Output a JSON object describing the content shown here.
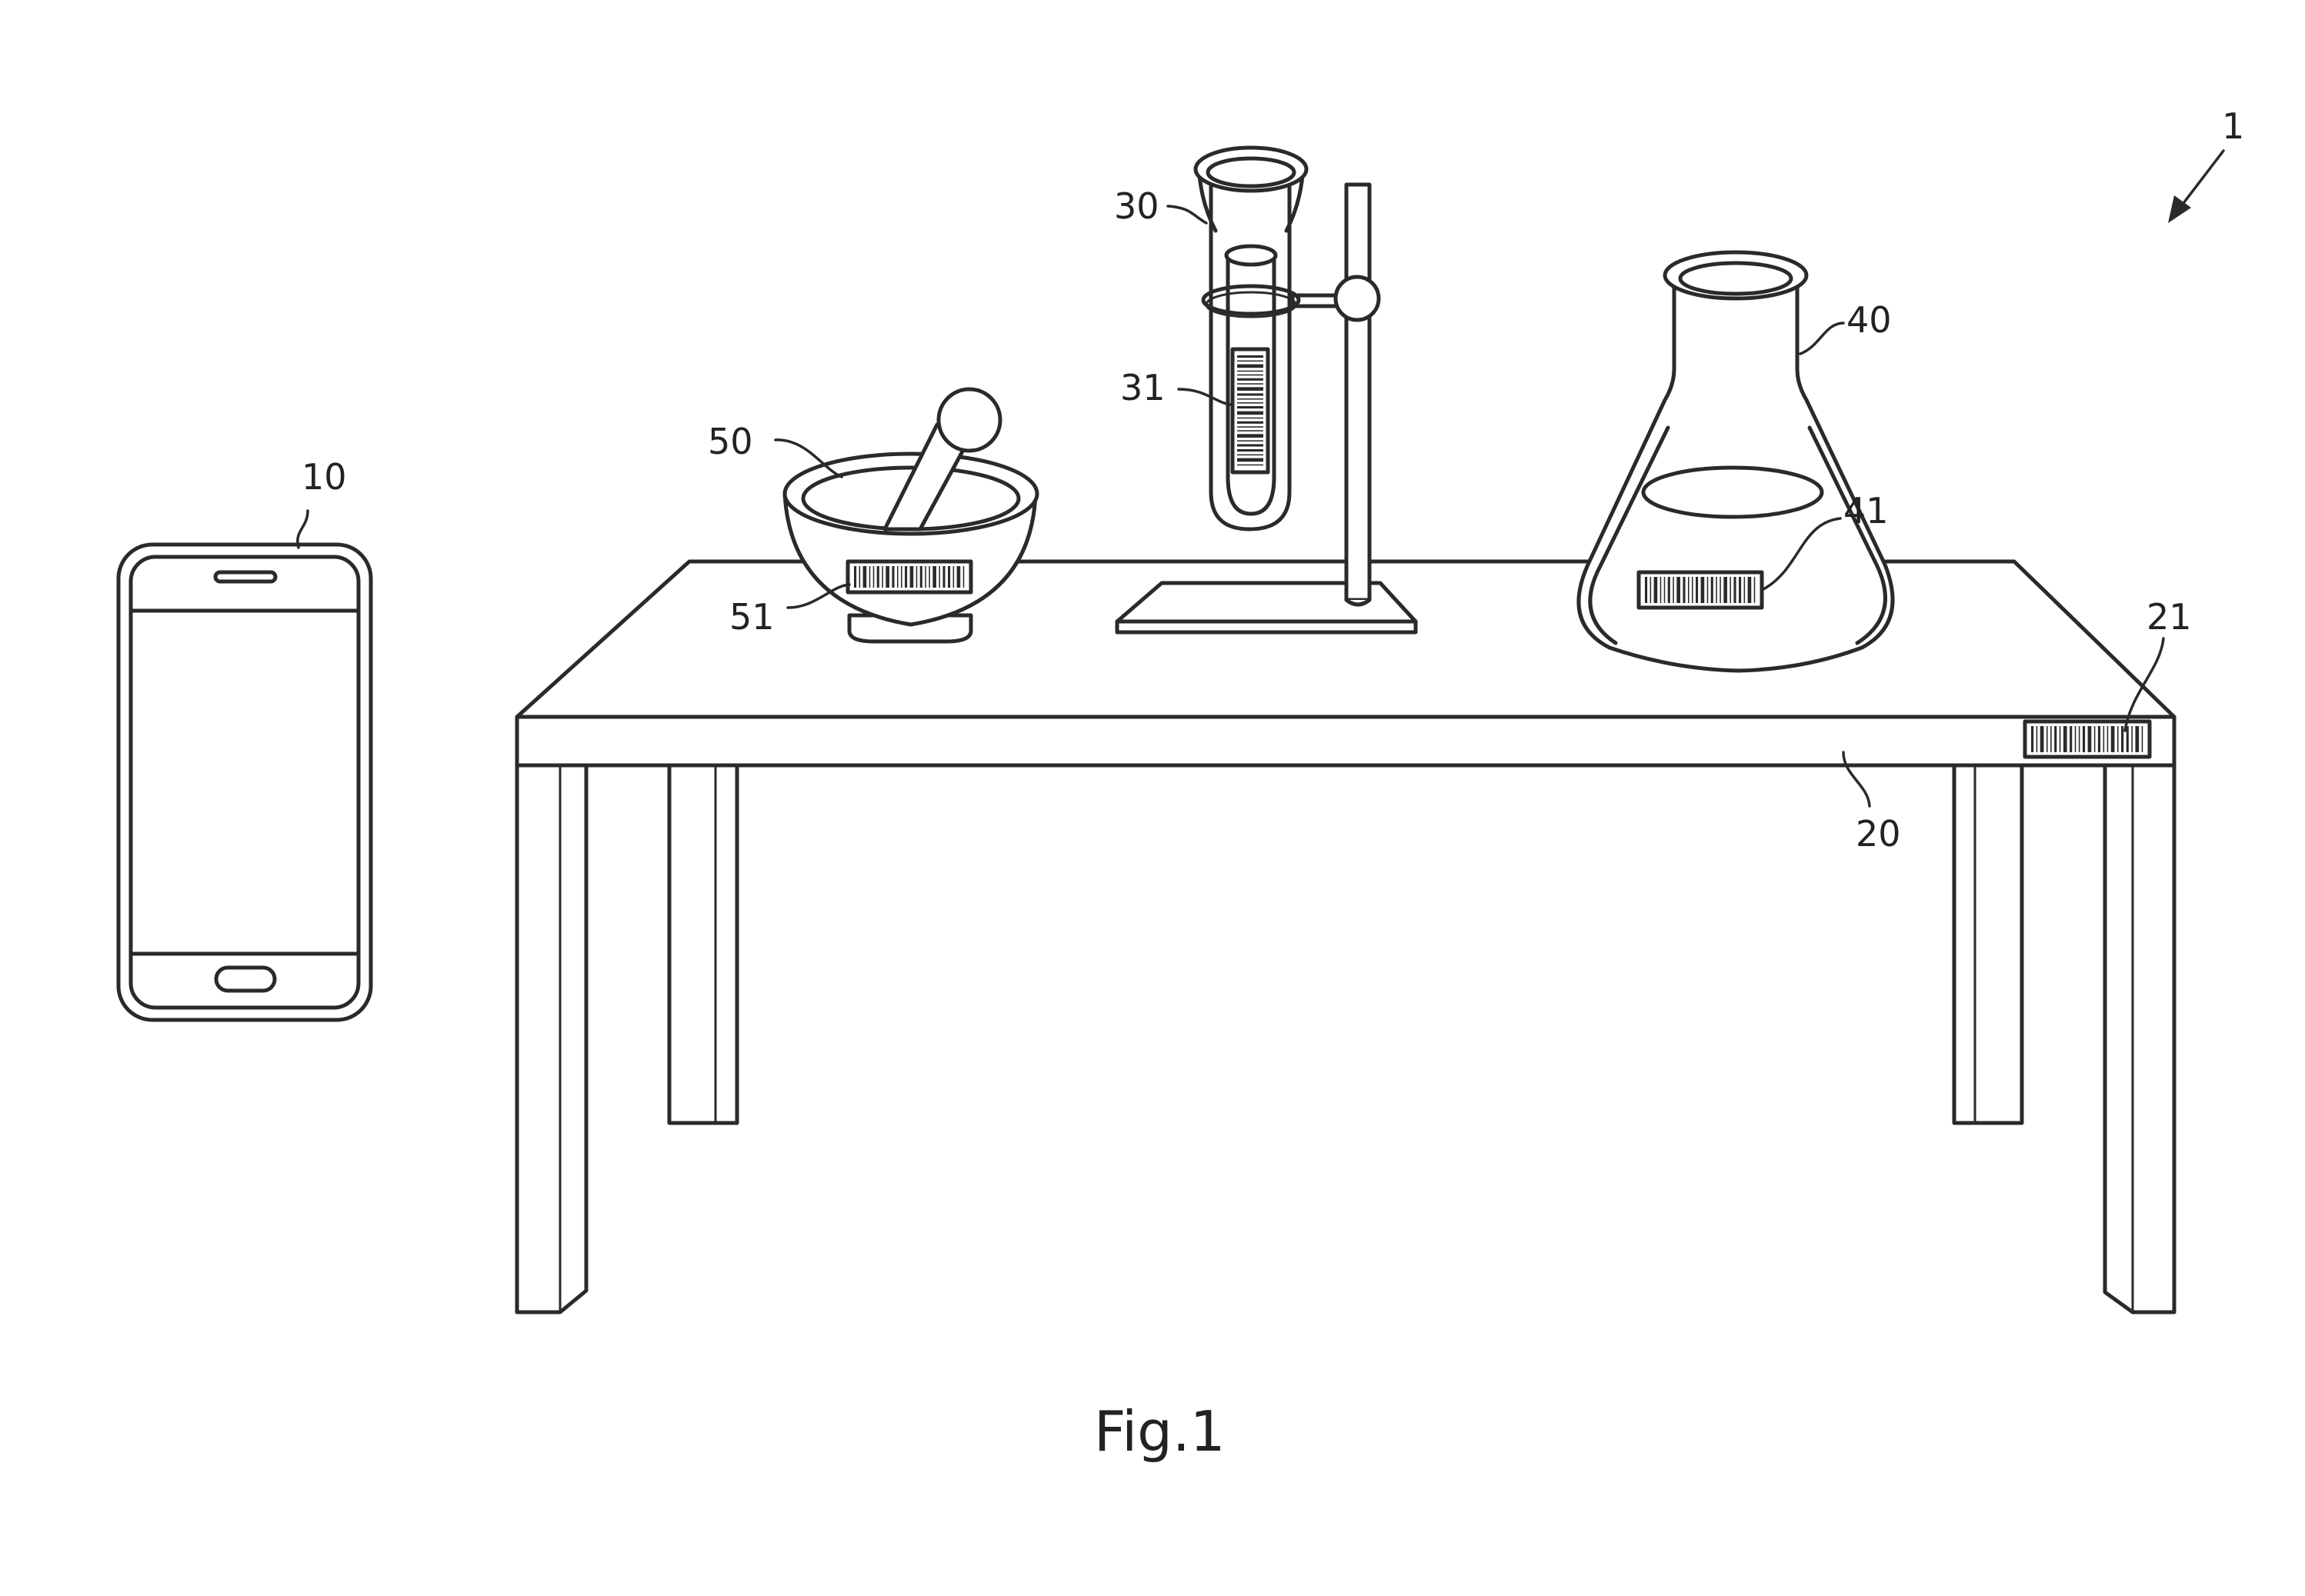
{
  "figure": {
    "caption": "Fig.1",
    "reference_numerals": {
      "system": "1",
      "mobile_device": "10",
      "table": "20",
      "table_code": "21",
      "test_tube": "30",
      "test_tube_code": "31",
      "flask": "40",
      "flask_code": "41",
      "mortar": "50",
      "mortar_code": "51"
    },
    "line_color": "#2a2a2a",
    "background_color": "#ffffff"
  }
}
